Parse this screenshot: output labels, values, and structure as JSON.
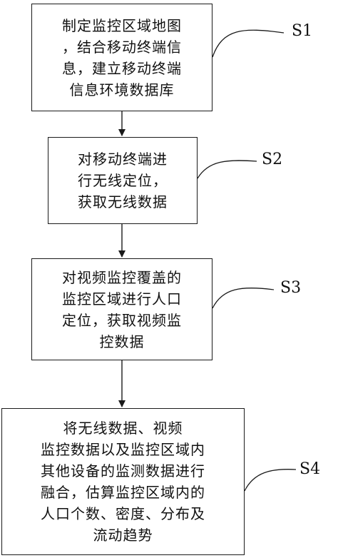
{
  "steps": [
    {
      "id": "S1",
      "lines": [
        "制定监控区域地图",
        "，结合移动终端信",
        "息，建立移动终端",
        "信息环境数据库"
      ]
    },
    {
      "id": "S2",
      "lines": [
        "对移动终端进",
        "行无线定位，",
        "获取无线数据"
      ]
    },
    {
      "id": "S3",
      "lines": [
        "对视频监控覆盖的",
        "监控区域进行人口",
        "定位，获取视频监",
        "控数据"
      ]
    },
    {
      "id": "S4",
      "lines": [
        "将无线数据、视频",
        "监控数据以及监控区域内",
        "其他设备的监测数据进行",
        "融合，估算监控区域内的",
        "人口个数、密度、分布及",
        "流动趋势"
      ]
    }
  ],
  "colors": {
    "stroke": "#1a1a1a",
    "text": "#111111",
    "background": "#ffffff"
  }
}
